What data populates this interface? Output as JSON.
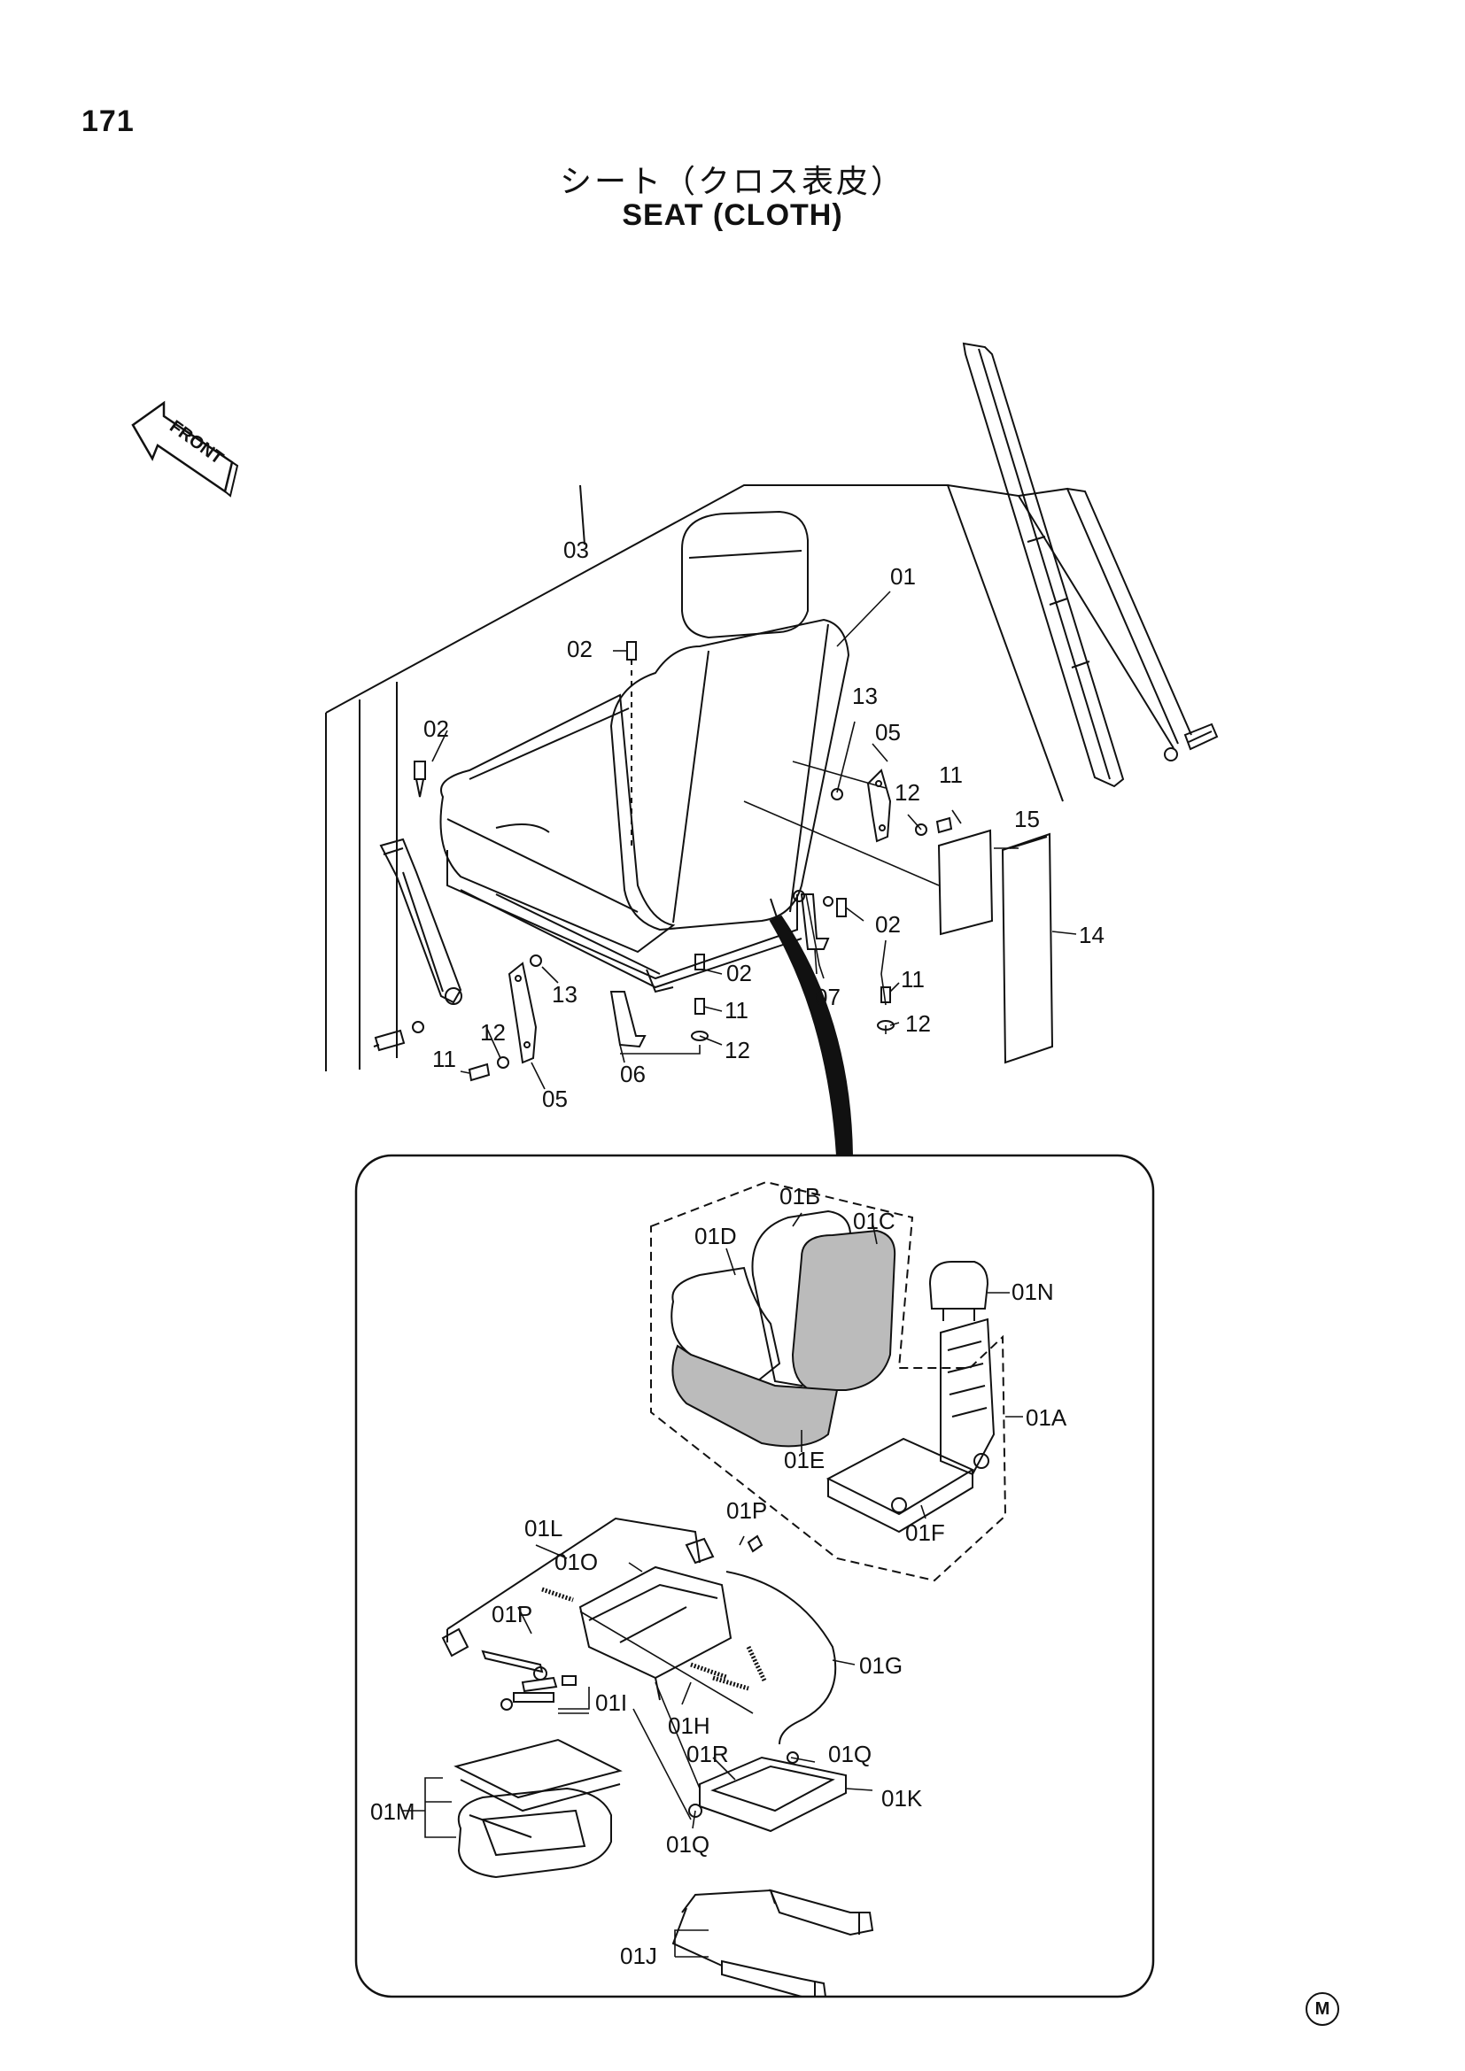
{
  "page_number": "171",
  "title_jp": "シート（クロス表皮）",
  "title_en": "SEAT (CLOTH)",
  "front_label": "FRONT",
  "corner_mark": "M",
  "callouts": {
    "c01": "01",
    "c02a": "02",
    "c02b": "02",
    "c02c": "02",
    "c02d": "02",
    "c03": "03",
    "c05a": "05",
    "c05b": "05",
    "c06": "06",
    "c07": "07",
    "c11a": "11",
    "c11b": "11",
    "c11c": "11",
    "c11d": "11",
    "c12a": "12",
    "c12b": "12",
    "c12c": "12",
    "c12d": "12",
    "c13a": "13",
    "c13b": "13",
    "c14": "14",
    "c15": "15",
    "c01A": "01A",
    "c01B": "01B",
    "c01C": "01C",
    "c01D": "01D",
    "c01E": "01E",
    "c01F": "01F",
    "c01G": "01G",
    "c01H": "01H",
    "c01I": "01I",
    "c01J": "01J",
    "c01K": "01K",
    "c01L": "01L",
    "c01M": "01M",
    "c01N": "01N",
    "c01O": "01O",
    "c01Pa": "01P",
    "c01Pb": "01P",
    "c01Qa": "01Q",
    "c01Qb": "01Q",
    "c01R": "01R"
  }
}
